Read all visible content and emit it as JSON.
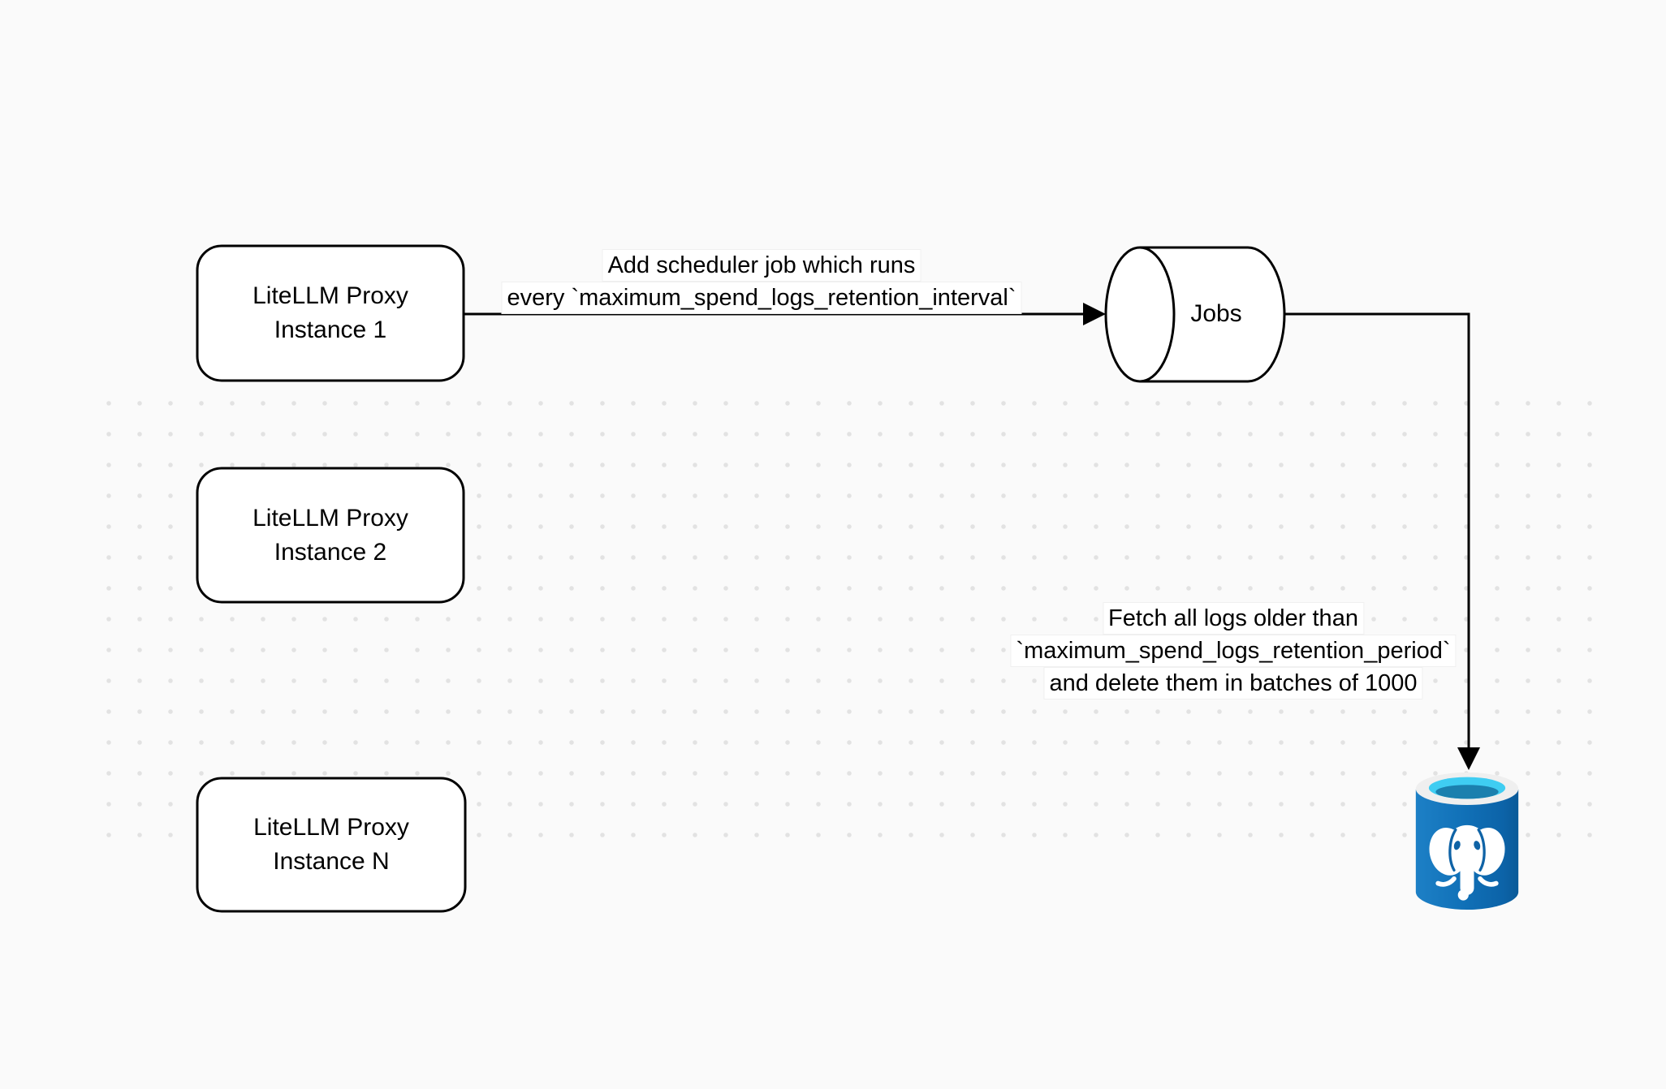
{
  "canvas": {
    "background": "#fafafa",
    "dot_color": "#e2e2e2"
  },
  "nodes": [
    {
      "id": "litellm-proxy-instance-1",
      "lines": [
        "LiteLLM Proxy",
        "Instance 1"
      ]
    },
    {
      "id": "litellm-proxy-instance-2",
      "lines": [
        "LiteLLM Proxy",
        "Instance 2"
      ]
    },
    {
      "id": "litellm-proxy-instance-n",
      "lines": [
        "LiteLLM Proxy",
        "Instance N"
      ]
    },
    {
      "id": "jobs",
      "label": "Jobs"
    },
    {
      "id": "postgres-database",
      "icon": "postgresql-elephant-database-icon"
    }
  ],
  "edge_labels": [
    {
      "id": "scheduler-edge-label",
      "lines": [
        "Add scheduler job which runs",
        "every `maximum_spend_logs_retention_interval`"
      ]
    },
    {
      "id": "fetch-delete-edge-label",
      "lines": [
        "Fetch all logs older than",
        "`maximum_spend_logs_retention_period`",
        "and delete them in batches of 1000"
      ]
    }
  ],
  "colors": {
    "stroke": "#000000",
    "shape_fill": "#ffffff",
    "label_background": "#ffffff",
    "postgres_body_blue": "#1171b8",
    "postgres_body_blue_dark": "#0a5a98",
    "postgres_rim": "#efefef",
    "postgres_opening_cyan": "#3fcdf2",
    "postgres_opening_pool": "#1b80ae",
    "postgres_elephant": "#ffffff"
  }
}
